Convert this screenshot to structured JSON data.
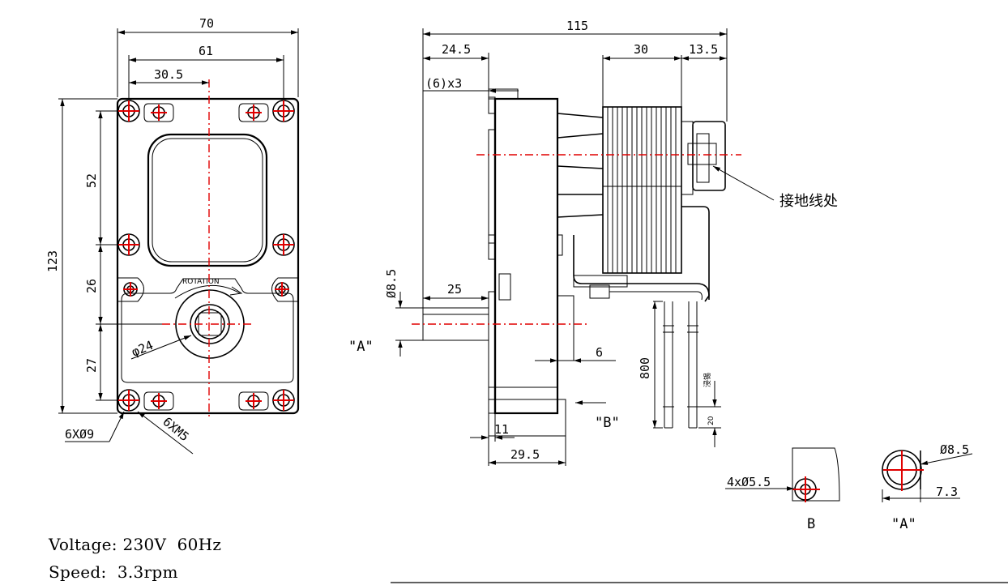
{
  "front_view": {
    "width_overall": "70",
    "width_holes": "61",
    "offset_center": "30.5",
    "height_overall": "123",
    "span_top": "52",
    "span_mid": "26",
    "span_bottom": "27",
    "shaft_boss_dia": "φ24",
    "rotation_label": "ROTATION",
    "holes_callout": "6XØ9",
    "screws_callout": "6XM5"
  },
  "side_view": {
    "length_overall": "115",
    "flange_offset": "24.5",
    "coil_width": "30",
    "rear_offset": "13.5",
    "shaft_step": "(6)x3",
    "shaft_dia": "Ø8.5",
    "shaft_length": "25",
    "gap_6": "6",
    "lead_length": "800",
    "strip_length": "20",
    "base_11": "11",
    "base_29_5": "29.5",
    "view_a_marker": "\"A\"",
    "view_b_marker": "\"B\"",
    "ground_note": "接地线处",
    "tag_text": "浸锡"
  },
  "detail_b": {
    "holes": "4xØ5.5",
    "label": "B"
  },
  "detail_a": {
    "dia": "Ø8.5",
    "flat": "7.3",
    "label": "\"A\""
  },
  "specs": {
    "voltage": "Voltage: 230V  60Hz",
    "speed": "Speed:  3.3rpm"
  }
}
